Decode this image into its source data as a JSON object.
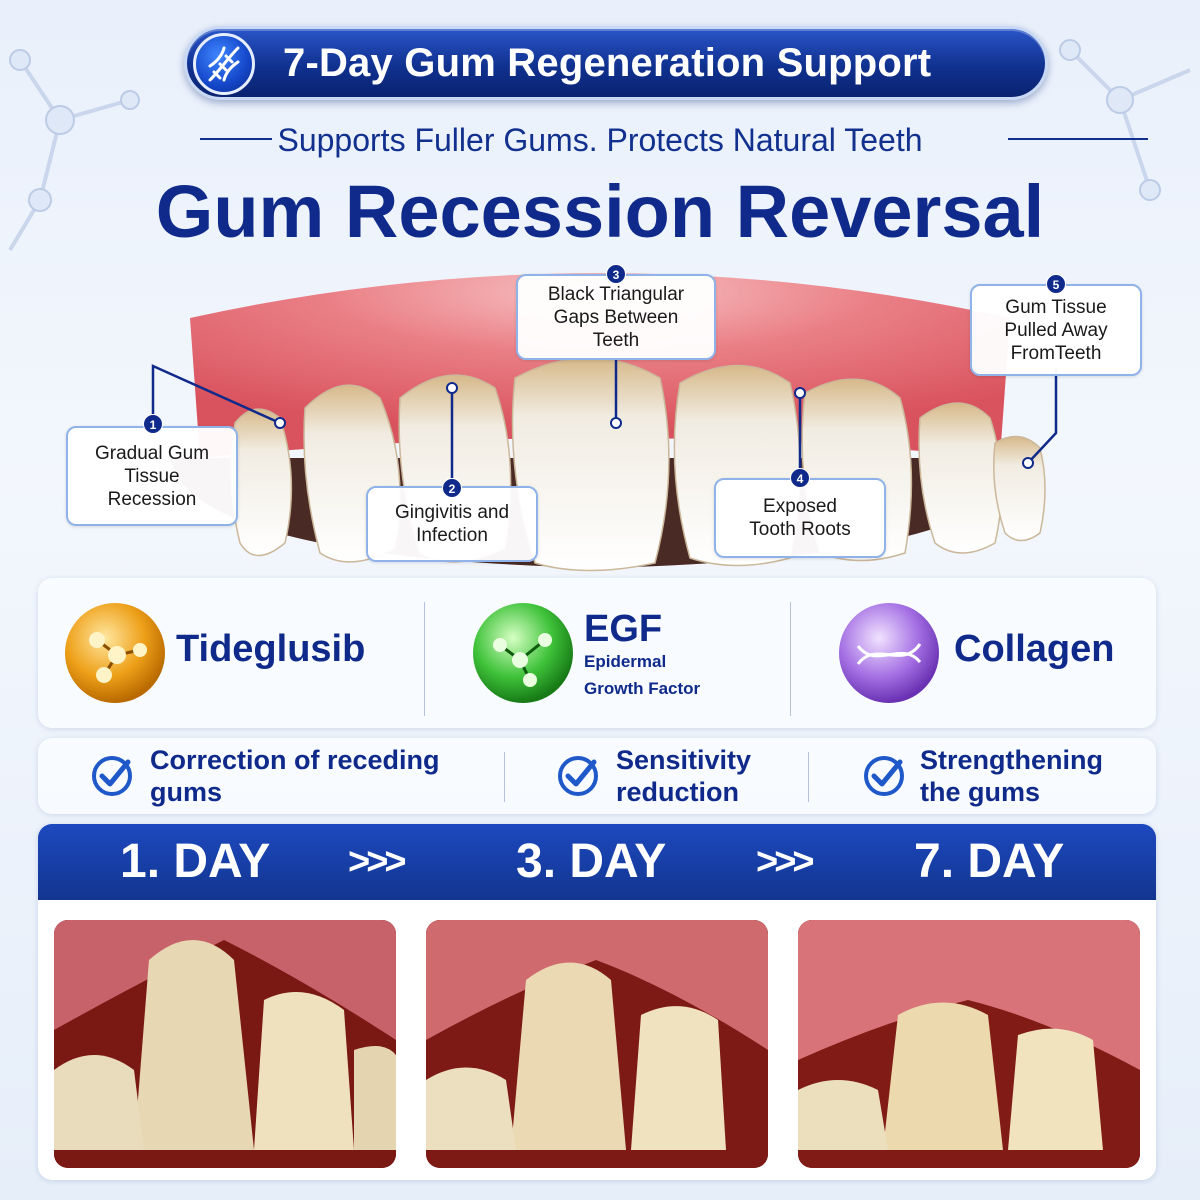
{
  "header": {
    "banner": "7-Day Gum Regeneration Support",
    "subtitle": "Supports Fuller Gums. Protects Natural Teeth",
    "title": "Gum Recession Reversal"
  },
  "callouts": [
    {
      "num": "1",
      "line1": "Gradual Gum",
      "line2": "Tissue",
      "line3": "Recession"
    },
    {
      "num": "2",
      "line1": "Gingivitis and",
      "line2": "Infection"
    },
    {
      "num": "3",
      "line1": "Black Triangular",
      "line2": "Gaps Between",
      "line3": "Teeth"
    },
    {
      "num": "4",
      "line1": "Exposed",
      "line2": "Tooth Roots"
    },
    {
      "num": "5",
      "line1": "Gum Tissue",
      "line2": "Pulled Away",
      "line3": "FromTeeth"
    }
  ],
  "ingredients": [
    {
      "name": "Tideglusib",
      "icon": "molecule-orb-icon",
      "color": "#e79a12"
    },
    {
      "name": "EGF",
      "sub1": "Epidermal",
      "sub2": "Growth Factor",
      "icon": "molecule-orb-icon",
      "color": "#3bbf3a"
    },
    {
      "name": "Collagen",
      "icon": "dna-orb-icon",
      "color": "#9a63e0"
    }
  ],
  "benefits": [
    {
      "line1": "Correction of receding",
      "line2": "gums",
      "icon": "check-circle-icon"
    },
    {
      "line1": "Sensitivity",
      "line2": "reduction",
      "icon": "check-circle-icon"
    },
    {
      "line1": "Strengthening",
      "line2": "the gums",
      "icon": "check-circle-icon"
    }
  ],
  "days": {
    "labels": [
      "1. DAY",
      "3. DAY",
      "7. DAY"
    ],
    "arrow": ">>>"
  },
  "colors": {
    "brand_blue": "#0f2a8a",
    "gum_pink": "#e8737a",
    "check_blue": "#1f58c9"
  }
}
